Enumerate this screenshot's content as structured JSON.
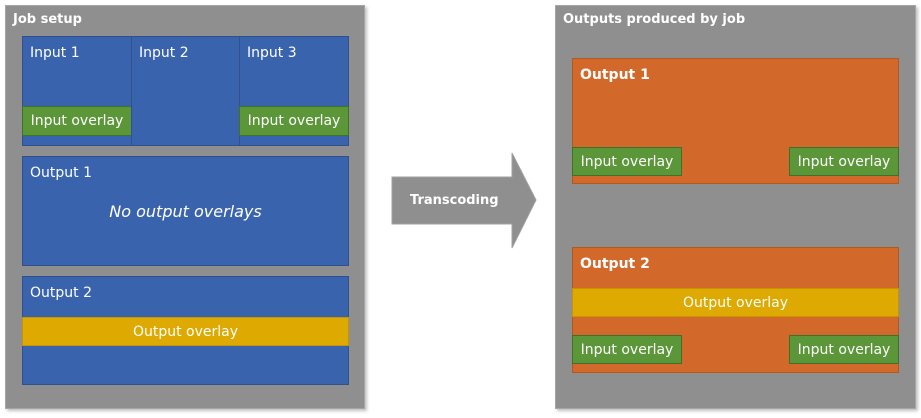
{
  "job_setup": {
    "title": "Job setup",
    "inputs": [
      {
        "label": "Input 1",
        "overlay": "Input overlay"
      },
      {
        "label": "Input 2"
      },
      {
        "label": "Input 3",
        "overlay": "Input overlay"
      }
    ],
    "output1": {
      "label": "Output 1",
      "note": "No output overlays"
    },
    "output2": {
      "label": "Output 2",
      "overlay": "Output overlay"
    }
  },
  "arrow": {
    "label": "Transcoding"
  },
  "outputs": {
    "title": "Outputs produced by job",
    "output1": {
      "label": "Output 1",
      "overlay_left": "Input overlay",
      "overlay_right": "Input overlay"
    },
    "output2": {
      "label": "Output 2",
      "output_overlay": "Output overlay",
      "overlay_left": "Input overlay",
      "overlay_right": "Input overlay"
    }
  },
  "colors": {
    "panel": "#8f8f8f",
    "input": "#3a63ad",
    "output": "#d2692a",
    "input_overlay": "#5b9639",
    "output_overlay": "#dea900"
  }
}
